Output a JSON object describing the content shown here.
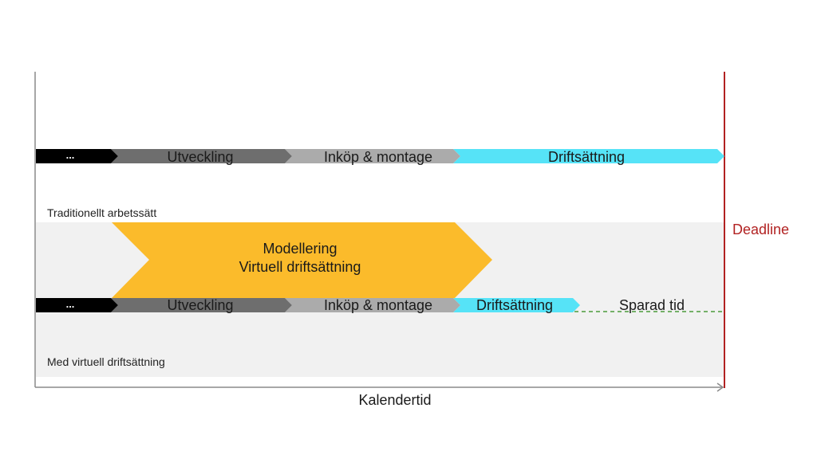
{
  "colors": {
    "black": "#000000",
    "dark_gray": "#6e6e6e",
    "light_gray": "#ababab",
    "cyan": "#56e3f7",
    "orange": "#fbbb2b",
    "panel": "#f1f1f1",
    "deadline": "#b22222",
    "dashed": "#4a9a3a"
  },
  "traditional": {
    "label": "Traditionellt arbetssätt",
    "steps": {
      "start": "...",
      "development": "Utveckling",
      "purchase": "Inköp & montage",
      "deployment": "Driftsättning"
    }
  },
  "virtual": {
    "label": "Med virtuell driftsättning",
    "modeling_line1": "Modellering",
    "modeling_line2": "Virtuell driftsättning",
    "steps": {
      "start": "...",
      "development": "Utveckling",
      "purchase": "Inköp & montage",
      "deployment": "Driftsättning"
    },
    "saved_time": "Sparad tid"
  },
  "deadline_label": "Deadline",
  "x_axis_label": "Kalendertid"
}
